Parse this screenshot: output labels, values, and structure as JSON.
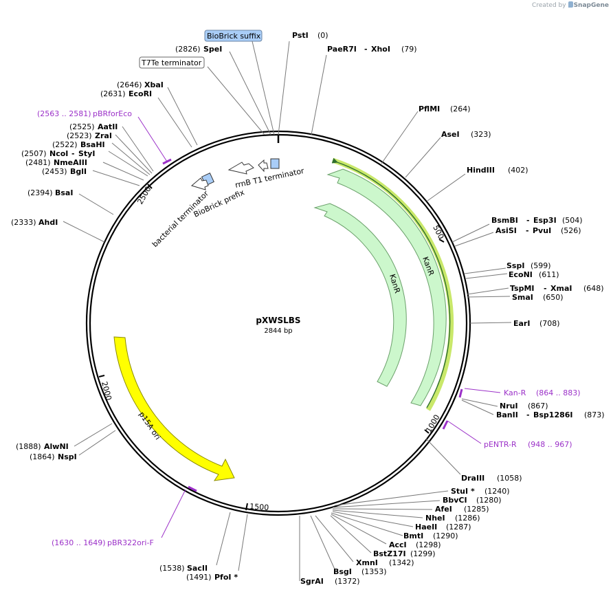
{
  "credit": {
    "created_by": "Created by",
    "brand": "SnapGene"
  },
  "plasmid": {
    "name": "pXWSLBS",
    "size_label": "2844 bp",
    "length": 2844
  },
  "ticks": [
    "500",
    "1000",
    "1500",
    "2000",
    "2500"
  ],
  "colors": {
    "kanR": "#ccf7cc",
    "kanR_stroke": "#6aa06a",
    "p15A": "#ffff00",
    "p15A_stroke": "#8a8a00",
    "terminator": "#ffffff",
    "biobrick": "#a9cdf7",
    "primer": "#9b30c8",
    "orf_highlight": "#c9e86a",
    "orf_line": "#2f6e2f"
  },
  "features": {
    "kanR_inner": "KanR",
    "kanR_outer": "KanR",
    "p15a": "p15A ori",
    "rrnB": "rrnB T1 terminator",
    "bacterial_term": "bacterial terminator",
    "biobrick_prefix": "BioBrick prefix",
    "biobrick_suffix": "BioBrick suffix",
    "t7te": "T7Te terminator"
  },
  "sites": [
    {
      "id": "psti",
      "name": "PstI",
      "pos": "(0)",
      "star": ""
    },
    {
      "id": "paer7i",
      "name": "PaeR7I",
      "name2": "XhoI",
      "pos": "(79)",
      "star": ""
    },
    {
      "id": "pflmi",
      "name": "PflMI",
      "pos": "(264)",
      "star": ""
    },
    {
      "id": "asei",
      "name": "AseI",
      "pos": "(323)",
      "star": ""
    },
    {
      "id": "hindiii",
      "name": "HindIII",
      "pos": "(402)",
      "star": ""
    },
    {
      "id": "bsmbi",
      "name": "BsmBI",
      "name2": "Esp3I",
      "pos": "(504)",
      "star": ""
    },
    {
      "id": "asisi",
      "name": "AsiSI",
      "name2": "PvuI",
      "pos": "(526)",
      "star": ""
    },
    {
      "id": "sspi",
      "name": "SspI",
      "pos": "(599)",
      "star": ""
    },
    {
      "id": "econi",
      "name": "EcoNI",
      "pos": "(611)",
      "star": ""
    },
    {
      "id": "tspmi",
      "name": "TspMI",
      "name2": "XmaI",
      "pos": "(648)",
      "star": ""
    },
    {
      "id": "smai",
      "name": "SmaI",
      "pos": "(650)",
      "star": ""
    },
    {
      "id": "eari",
      "name": "EarI",
      "pos": "(708)",
      "star": ""
    },
    {
      "id": "nrui",
      "name": "NruI",
      "pos": "(867)",
      "star": ""
    },
    {
      "id": "banii",
      "name": "BanII",
      "name2": "Bsp1286I",
      "pos": "(873)",
      "star": ""
    },
    {
      "id": "draiii",
      "name": "DraIII",
      "pos": "(1058)",
      "star": ""
    },
    {
      "id": "stui",
      "name": "StuI",
      "pos": "(1240)",
      "star": " *"
    },
    {
      "id": "bbvci",
      "name": "BbvCI",
      "pos": "(1280)",
      "star": ""
    },
    {
      "id": "afei",
      "name": "AfeI",
      "pos": "(1285)",
      "star": ""
    },
    {
      "id": "nhei",
      "name": "NheI",
      "pos": "(1286)",
      "star": ""
    },
    {
      "id": "haeii",
      "name": "HaeII",
      "pos": "(1287)",
      "star": ""
    },
    {
      "id": "bmti",
      "name": "BmtI",
      "pos": "(1290)",
      "star": ""
    },
    {
      "id": "acci",
      "name": "AccI",
      "pos": "(1298)",
      "star": ""
    },
    {
      "id": "bstz17i",
      "name": "BstZ17I",
      "pos": "(1299)",
      "star": ""
    },
    {
      "id": "xmni",
      "name": "XmnI",
      "pos": "(1342)",
      "star": ""
    },
    {
      "id": "bsgi",
      "name": "BsgI",
      "pos": "(1353)",
      "star": ""
    },
    {
      "id": "sgrai",
      "name": "SgrAI",
      "pos": "(1372)",
      "star": ""
    },
    {
      "id": "pfoi",
      "name": "PfoI",
      "pos": "(1491)",
      "star": " *"
    },
    {
      "id": "sacii",
      "name": "SacII",
      "pos": "(1538)",
      "star": ""
    },
    {
      "id": "nspi",
      "name": "NspI",
      "pos": "(1864)",
      "star": ""
    },
    {
      "id": "alwni",
      "name": "AlwNI",
      "pos": "(1888)",
      "star": ""
    },
    {
      "id": "ahdi",
      "name": "AhdI",
      "pos": "(2333)",
      "star": ""
    },
    {
      "id": "bsai",
      "name": "BsaI",
      "pos": "(2394)",
      "star": ""
    },
    {
      "id": "bgli",
      "name": "BglI",
      "pos": "(2453)",
      "star": ""
    },
    {
      "id": "nmeaiii",
      "name": "NmeAIII",
      "pos": "(2481)",
      "star": ""
    },
    {
      "id": "ncoi",
      "name": "NcoI",
      "name2": "StyI",
      "pos": "(2507)",
      "star": ""
    },
    {
      "id": "bsahi",
      "name": "BsaHI",
      "pos": "(2522)",
      "star": ""
    },
    {
      "id": "zrai",
      "name": "ZraI",
      "pos": "(2523)",
      "star": ""
    },
    {
      "id": "aatii",
      "name": "AatII",
      "pos": "(2525)",
      "star": ""
    },
    {
      "id": "ecori",
      "name": "EcoRI",
      "pos": "(2631)",
      "star": ""
    },
    {
      "id": "xbai",
      "name": "XbaI",
      "pos": "(2646)",
      "star": ""
    },
    {
      "id": "spei",
      "name": "SpeI",
      "pos": "(2826)",
      "star": ""
    }
  ],
  "primers": [
    {
      "id": "kanr-primer",
      "name": "Kan-R",
      "range": "(864 .. 883)"
    },
    {
      "id": "pentr-primer",
      "name": "pENTR-R",
      "range": "(948 .. 967)"
    },
    {
      "id": "pbr322ori-primer",
      "name": "pBR322ori-F",
      "range": "(1630 .. 1649)"
    },
    {
      "id": "pbrforeco-primer",
      "name": "pBRforEco",
      "range": "(2563 .. 2581)"
    }
  ]
}
